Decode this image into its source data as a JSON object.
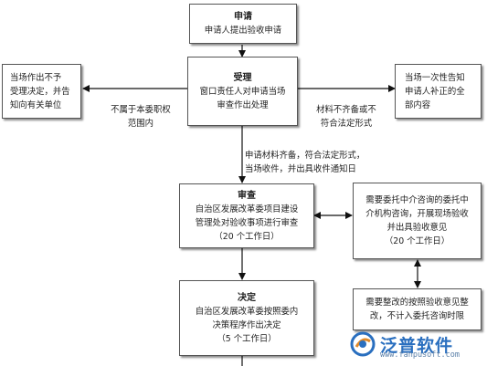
{
  "nodes": {
    "apply": {
      "title": "申请",
      "lines": [
        "申请人提出验收申请"
      ]
    },
    "accept": {
      "title": "受理",
      "lines": [
        "窗口责任人对申请当场",
        "审查作出处理"
      ]
    },
    "reject_left": {
      "lines": [
        "当场作出不予",
        "受理决定，并告",
        "知向有关单位"
      ]
    },
    "notify_right": {
      "lines": [
        "当场一次性告知",
        "申请人补正的全",
        "部内容"
      ]
    },
    "review": {
      "title": "审查",
      "lines": [
        "自治区发展改革委项目建设",
        "管理处对验收事项进行审查",
        "（20 个工作日）"
      ]
    },
    "consult": {
      "lines": [
        "需要委托中介咨询的委托中",
        "介机构咨询，开展现场验收",
        "并出具验收意见",
        "（20 个工作日）"
      ]
    },
    "rectify": {
      "lines": [
        "需要整改的按照验收意见整",
        "改，不计入委托咨询时限"
      ]
    },
    "decision": {
      "title": "决定",
      "lines": [
        "自治区发展改革委按照委内",
        "决策程序作出决定",
        "（5 个工作日）"
      ]
    }
  },
  "edge_labels": {
    "not_in_scope": [
      "不属于本委职权",
      "范围内"
    ],
    "incomplete": [
      "材料不齐备或不",
      "符合法定形式"
    ],
    "complete": [
      "申请材料齐备，符合法定形式，",
      "当场收件，并出具收件通知日"
    ]
  },
  "watermark": {
    "name": "泛普软件",
    "site": "www.fanpusoft.com"
  }
}
